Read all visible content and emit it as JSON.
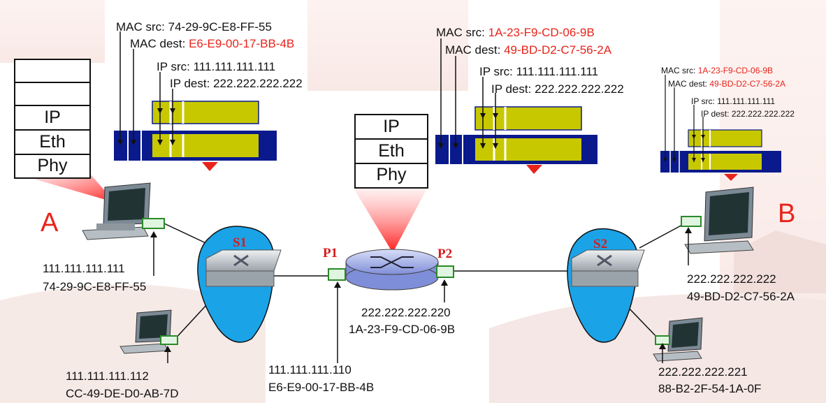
{
  "stack_a": {
    "layers": [
      "",
      "",
      "IP",
      "Eth",
      "Phy"
    ]
  },
  "stack_router": {
    "layers": [
      "IP",
      "Eth",
      "Phy"
    ]
  },
  "frame1": {
    "mac_src_label": "MAC src:",
    "mac_src": "74-29-9C-E8-FF-55",
    "mac_dest_label": "MAC dest:",
    "mac_dest": "E6-E9-00-17-BB-4B",
    "ip_src_label": "IP src:",
    "ip_src": "111.111.111.111",
    "ip_dest_label": "IP dest:",
    "ip_dest": "222.222.222.222"
  },
  "frame2": {
    "mac_src_label": "MAC src:",
    "mac_src": "1A-23-F9-CD-06-9B",
    "mac_dest_label": "MAC dest:",
    "mac_dest": "49-BD-D2-C7-56-2A",
    "ip_src_label": "IP src:",
    "ip_src": "111.111.111.111",
    "ip_dest_label": "IP dest:",
    "ip_dest": "222.222.222.222"
  },
  "frame3": {
    "mac_src_label": "MAC src:",
    "mac_src": "1A-23-F9-CD-06-9B",
    "mac_dest_label": "MAC dest:",
    "mac_dest": "49-BD-D2-C7-56-2A",
    "ip_src_label": "IP src:",
    "ip_src": "111.111.111.111",
    "ip_dest_label": "IP dest:",
    "ip_dest": "222.222.222.222"
  },
  "hosts": {
    "a_letter": "A",
    "b_letter": "B",
    "a": {
      "ip": "111.111.111.111",
      "mac": "74-29-9C-E8-FF-55"
    },
    "a2": {
      "ip": "111.111.111.112",
      "mac": "CC-49-DE-D0-AB-7D"
    },
    "b": {
      "ip": "222.222.222.222",
      "mac": "49-BD-D2-C7-56-2A"
    },
    "b2": {
      "ip": "222.222.222.221",
      "mac": "88-B2-2F-54-1A-0F"
    }
  },
  "router": {
    "p1_label": "P1",
    "p2_label": "P2",
    "p1": {
      "ip": "111.111.111.110",
      "mac": "E6-E9-00-17-BB-4B"
    },
    "p2": {
      "ip": "222.222.222.220",
      "mac": "1A-23-F9-CD-06-9B"
    }
  },
  "switches": {
    "s1_label": "S1",
    "s2_label": "S2"
  },
  "colors": {
    "frame_blue": "#0a1a8c",
    "payload_yellow": "#c8c800",
    "accent_red": "#e8231b",
    "cloud_blue": "#1ba3e8"
  }
}
